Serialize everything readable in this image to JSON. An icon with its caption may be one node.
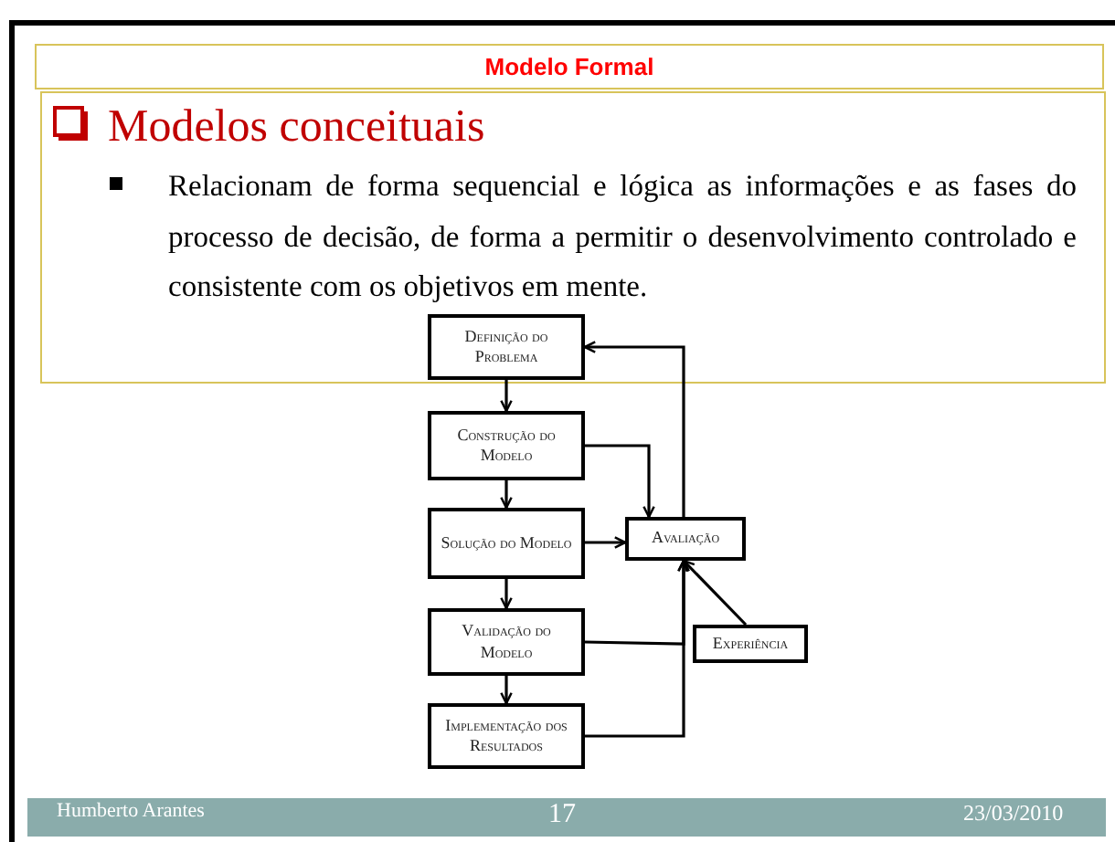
{
  "diagram": {
    "title": "Modelo Formal",
    "nodes": [
      {
        "text": [
          "Definição do Problema"
        ]
      },
      {
        "text": [
          "Construção do Modelo"
        ]
      },
      {
        "text": [
          "Solução do Modelo"
        ]
      },
      {
        "text": [
          "Validação do Modelo"
        ]
      },
      {
        "text": [
          "Implementação dos Resultados"
        ]
      },
      {
        "text": [
          "Avaliação"
        ]
      },
      {
        "text": [
          "Experiência"
        ]
      }
    ],
    "edges": [
      {
        "from": 0,
        "to": 1,
        "arrow": "to"
      },
      {
        "from": 1,
        "to": 2,
        "arrow": "to"
      },
      {
        "from": 2,
        "to": 3,
        "arrow": "to"
      },
      {
        "from": 3,
        "to": 4,
        "arrow": "to"
      },
      {
        "from": 1,
        "to": 5,
        "arrow": "to"
      },
      {
        "from": 2,
        "to": 5,
        "arrow": "to"
      },
      {
        "from": 3,
        "to": 5,
        "arrow": "to"
      },
      {
        "from": 4,
        "to": 5,
        "arrow": "to"
      },
      {
        "from": 6,
        "to": 5,
        "arrow": "to"
      },
      {
        "from": 5,
        "to": 0,
        "arrow": "to"
      }
    ],
    "labels": [
      "Modelos conceituais",
      "Relacionam de forma sequencial e lógica as informações e as fases do processo de decisão, de forma a permitir o desenvolvimento controlado e consistente com os objetivos em mente.",
      "Humberto Arantes",
      "17",
      "23/03/2010"
    ]
  }
}
